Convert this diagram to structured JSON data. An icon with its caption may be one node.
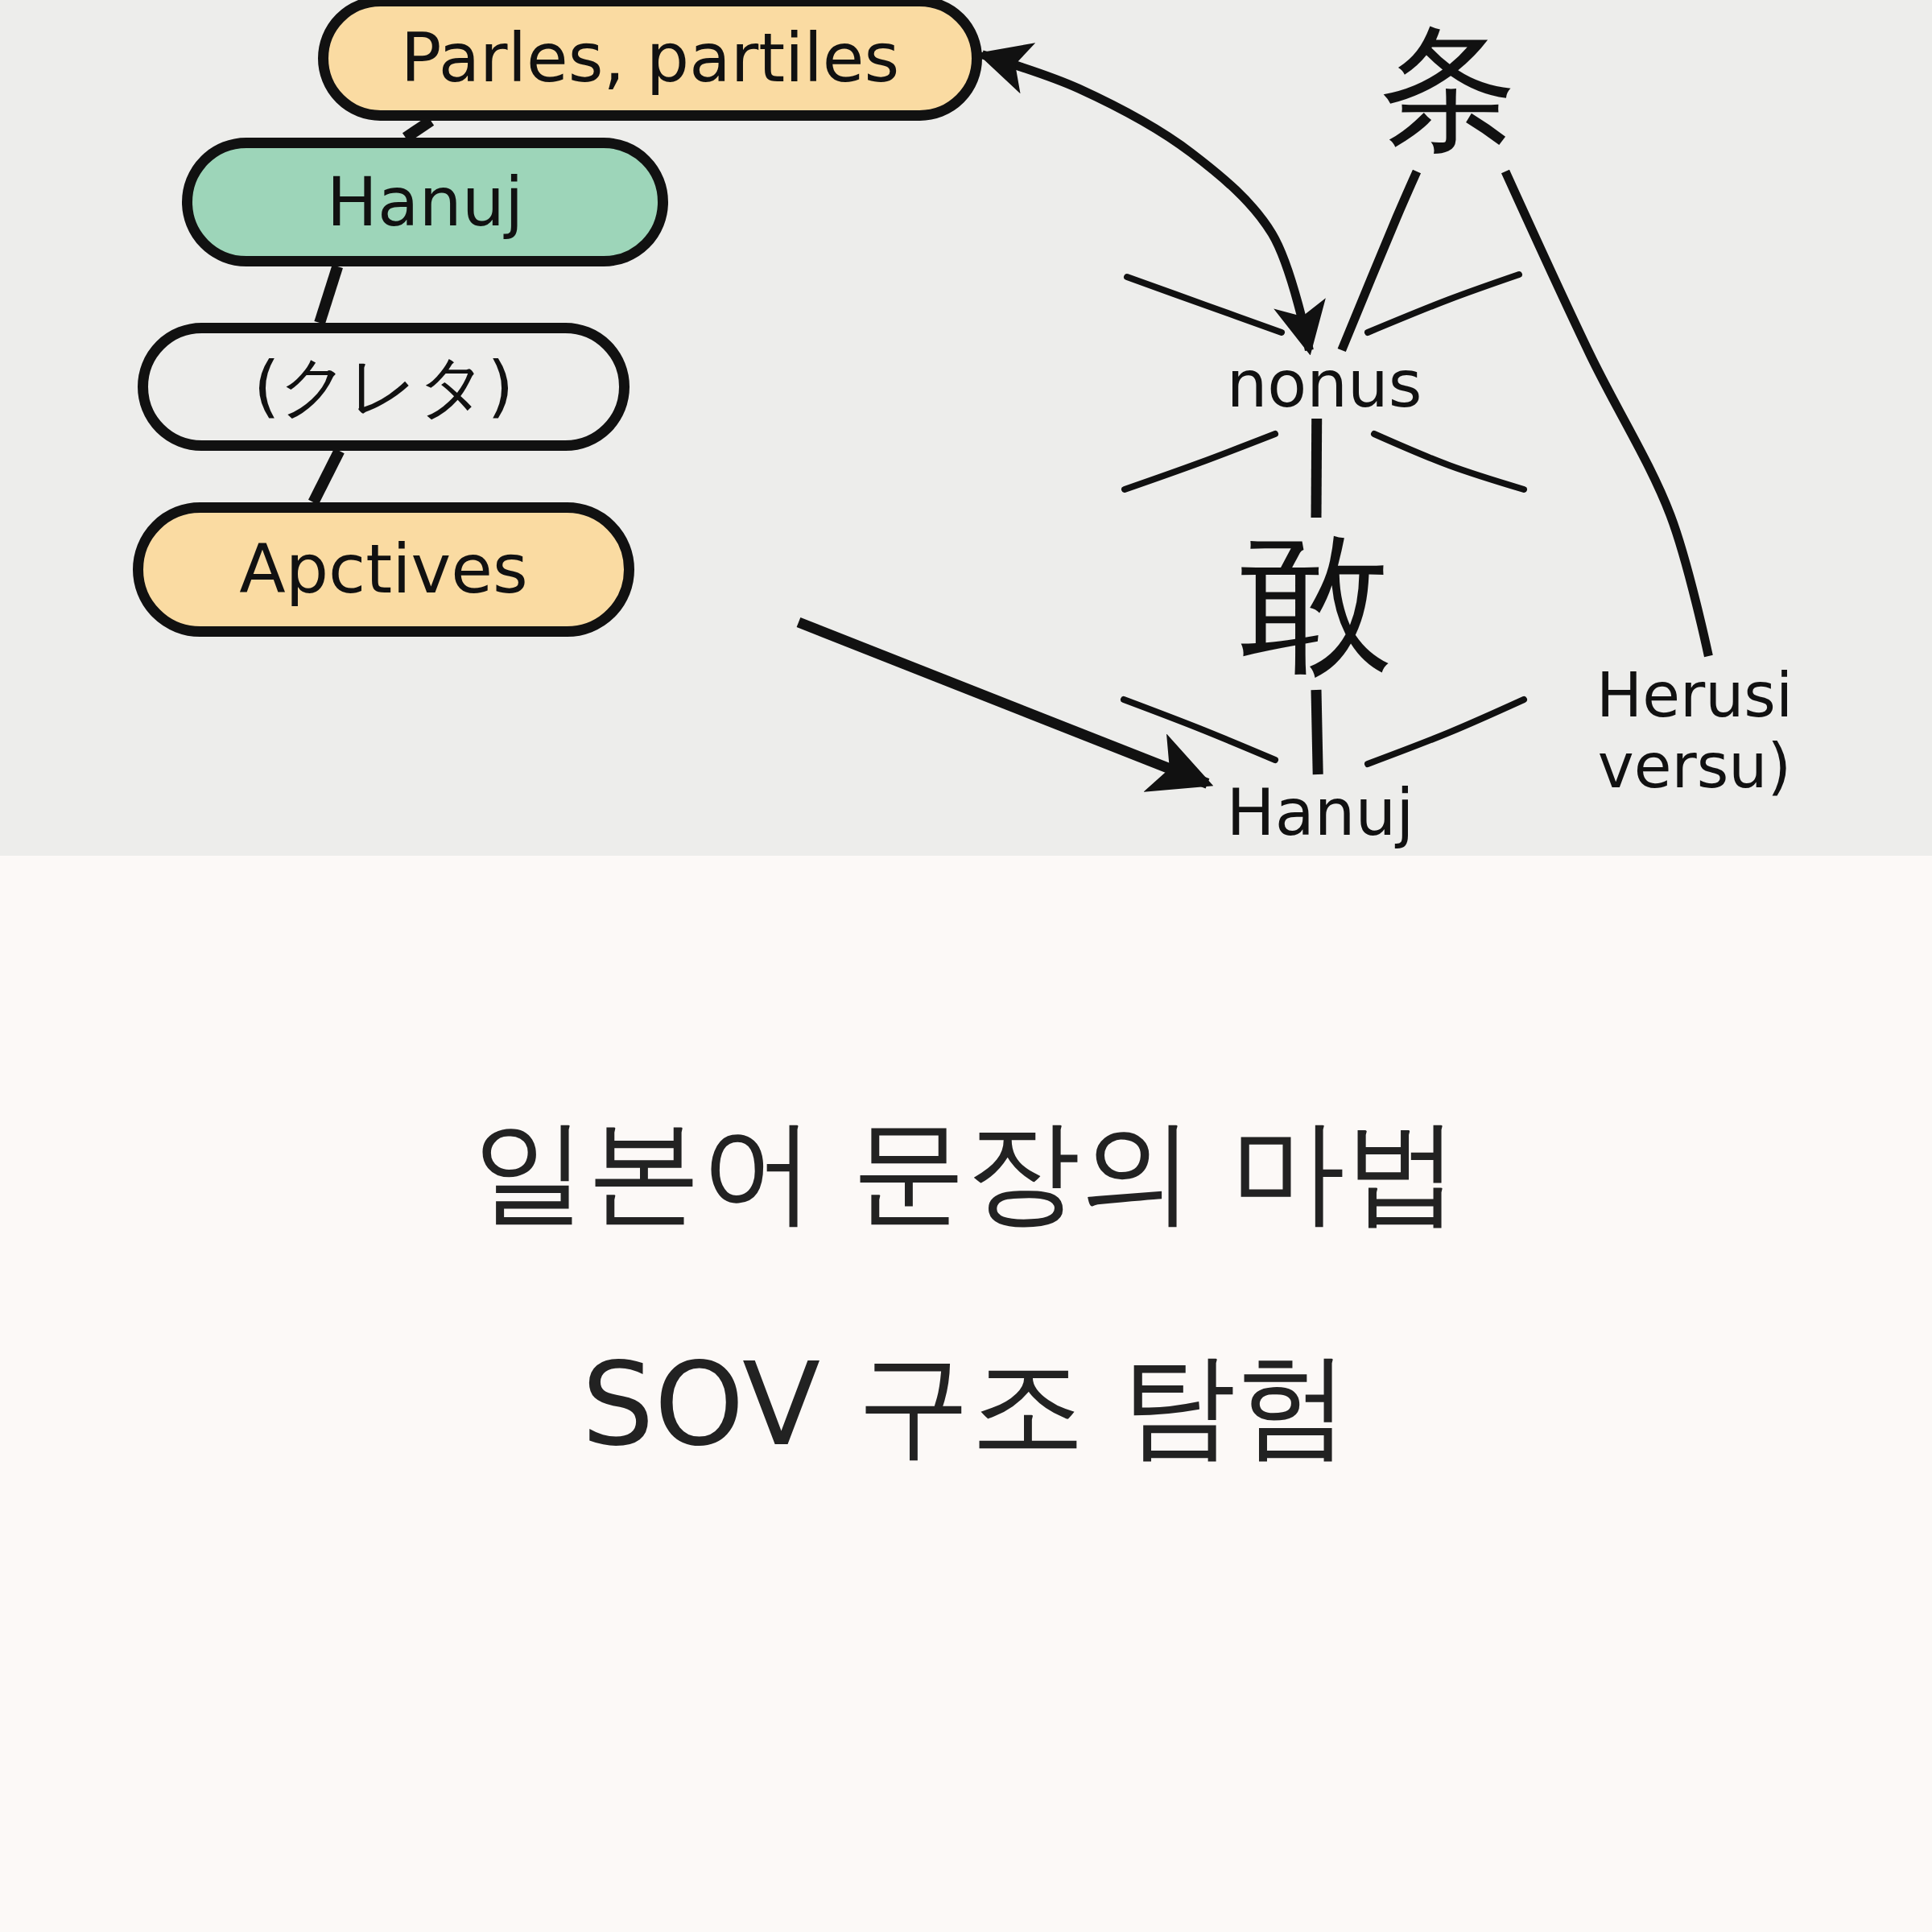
{
  "diagram": {
    "title": "일본어 문장의 마법",
    "caption": "SOV 구조 탐험",
    "nodes": [
      {
        "text": [
          "Parles, partiles"
        ]
      },
      {
        "text": [
          "Hanuj"
        ]
      },
      {
        "text": [
          "(クレタ)"
        ]
      },
      {
        "text": [
          "Apctives"
        ]
      },
      {
        "text": [
          "条"
        ]
      },
      {
        "text": [
          "nonus"
        ]
      },
      {
        "text": [
          "敢"
        ]
      },
      {
        "text": [
          "Hanuj"
        ]
      },
      {
        "text": [
          "Herusi versu)"
        ]
      }
    ],
    "edges": [
      {
        "from": 0,
        "to": 1,
        "arrow": "none"
      },
      {
        "from": 1,
        "to": 2,
        "arrow": "none"
      },
      {
        "from": 2,
        "to": 3,
        "arrow": "none"
      },
      {
        "from": 0,
        "to": 5,
        "arrow": "both"
      },
      {
        "from": 4,
        "to": 5,
        "arrow": "none"
      },
      {
        "from": 4,
        "to": 8,
        "arrow": "none"
      },
      {
        "from": 5,
        "to": 6,
        "arrow": "none"
      },
      {
        "from": 6,
        "to": 7,
        "arrow": "none"
      },
      {
        "from": null,
        "to": 7,
        "arrow": "to"
      }
    ]
  }
}
